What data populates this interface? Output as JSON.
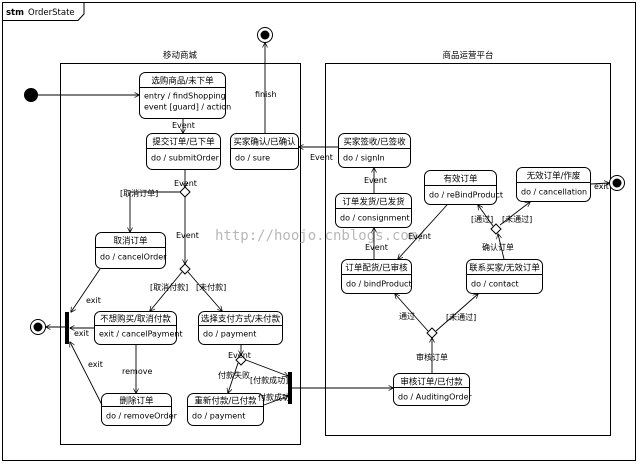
{
  "diagram": {
    "title_prefix": "stm",
    "title": "OrderState",
    "watermark": "http://hoojo.cnblogs.com/",
    "regions": {
      "left": "移动商城",
      "right": "商品运营平台"
    },
    "states": {
      "browse": {
        "name": "选购商品/未下单",
        "actions": [
          "entry / findShopping",
          "event [guard] / action"
        ]
      },
      "submit": {
        "name": "提交订单/已下单",
        "actions": [
          "do / submitOrder"
        ]
      },
      "cancel_order": {
        "name": "取消订单",
        "actions": [
          "do / cancelOrder"
        ]
      },
      "cancel_pay": {
        "name": "不想购买/取消付款",
        "actions": [
          "exit / cancelPayment"
        ]
      },
      "choose_pay": {
        "name": "选择支付方式/未付款",
        "actions": [
          "do / payment"
        ]
      },
      "delete_order": {
        "name": "删除订单",
        "actions": [
          "do / removeOrder"
        ]
      },
      "repay": {
        "name": "重新付款/已付款",
        "actions": [
          "do / payment"
        ]
      },
      "buyer_confirm": {
        "name": "买家确认/已确认",
        "actions": [
          "do / sure"
        ]
      },
      "buyer_sign": {
        "name": "买家签收/已签收",
        "actions": [
          "do / signIn"
        ]
      },
      "ship": {
        "name": "订单发货/已发货",
        "actions": [
          "do / consignment"
        ]
      },
      "valid": {
        "name": "有效订单",
        "actions": [
          "do / reBindProduct"
        ]
      },
      "invalid": {
        "name": "无效订单/作废",
        "actions": [
          "do / cancellation"
        ]
      },
      "distribute": {
        "name": "订单配货/已审核",
        "actions": [
          "do / bindProduct"
        ]
      },
      "contact": {
        "name": "联系买家/无效订单",
        "actions": [
          "do / contact"
        ]
      },
      "audit": {
        "name": "审核订单/已付款",
        "actions": [
          "do / AuditingOrder"
        ]
      }
    },
    "labels": {
      "event1": "Event",
      "event2": "Event",
      "event3": "Event",
      "event4": "Event",
      "event5": "Event",
      "event6": "Event",
      "event7": "Event",
      "event8": "Event",
      "finish": "finish",
      "cancel_order_guard": "[取消订单]",
      "cancel_pay_guard": "[取消付款]",
      "not_paid": "[未付款]",
      "exit1": "exit",
      "exit2": "exit",
      "exit3": "exit",
      "exit4": "exit",
      "remove": "remove",
      "pay_fail": "付款失败",
      "pay_success1": "[付款成功]",
      "pay_success2": "付款成功",
      "audit_order": "审核订单",
      "pass1": "通过",
      "fail1": "[未通过]",
      "pass2": "[通过]",
      "fail2": "[未通过]",
      "confirm_order": "确认订单"
    }
  }
}
